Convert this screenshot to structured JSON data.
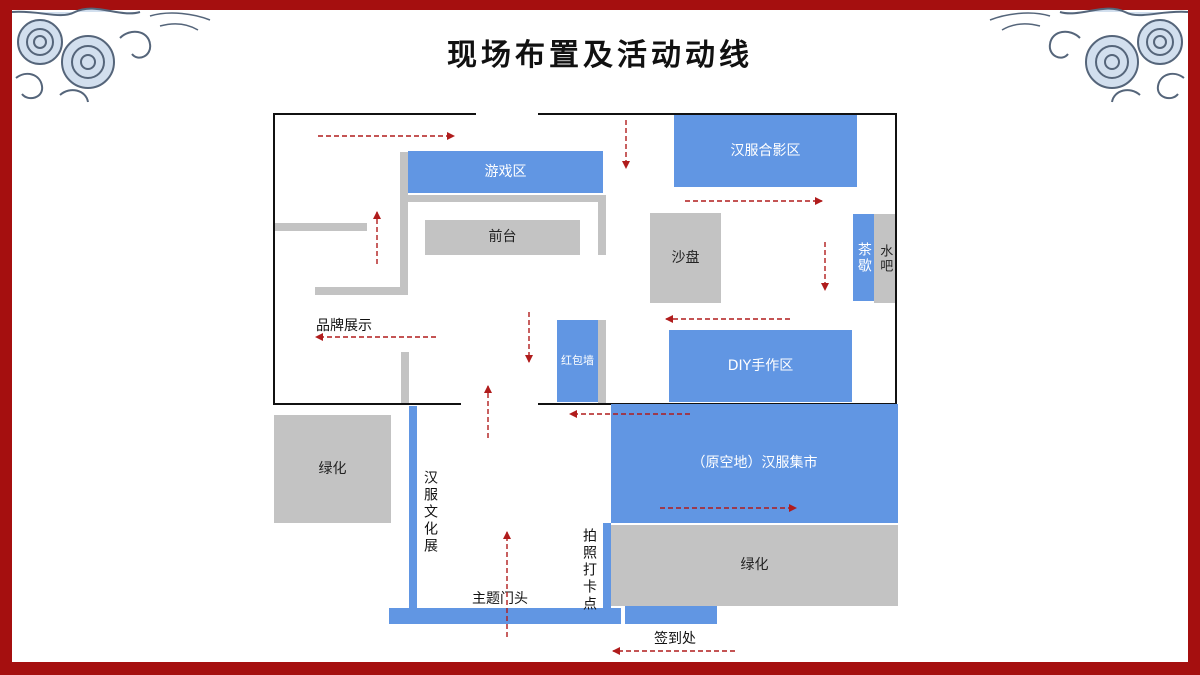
{
  "title": "现场布置及活动动线",
  "zones": {
    "game": "游戏区",
    "front_desk": "前台",
    "hanfu_photo": "汉服合影区",
    "sand_table": "沙盘",
    "tea_break": "茶歇",
    "water_bar": "水吧",
    "brand_display": "品牌展示",
    "red_packet_wall": "红包墙",
    "diy": "DIY手作区",
    "hanfu_market": "（原空地）汉服集市",
    "greenery_left": "绿化",
    "greenery_right": "绿化",
    "hanfu_culture": "汉服文化展",
    "photo_checkin": "拍照打卡点",
    "theme_gate": "主题门头",
    "check_in": "签到处"
  },
  "colors": {
    "frame": "#a50f0f",
    "zone_blue": "#6196e3",
    "zone_gray": "#c3c3c3",
    "wall": "#111111",
    "flow_arrow": "#b01c1c",
    "cloud_outline": "#55657a",
    "cloud_fill": "#d2dfee"
  },
  "icons": [
    "cloud-ornament-top-left",
    "cloud-ornament-top-right",
    "flow-arrow"
  ]
}
